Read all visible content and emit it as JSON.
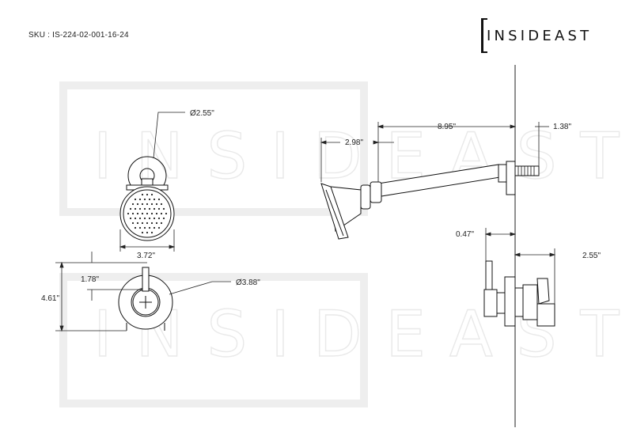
{
  "sku": "SKU : IS-224-02-001-16-24",
  "brand": {
    "name": "INSIDEAST"
  },
  "watermark": {
    "text": "INSIDEAST"
  },
  "dimensions": {
    "showerhead_diameter": "Ø2.55\"",
    "showerhead_width": "3.72\"",
    "trim_height": "4.61\"",
    "lever_offset": "1.78\"",
    "trim_diameter": "Ø3.88\"",
    "arm_reach": "8.95\"",
    "head_depth": "2.98\"",
    "thread_length": "1.38\"",
    "valve_setback": "0.47\"",
    "handle_projection": "2.55\""
  }
}
